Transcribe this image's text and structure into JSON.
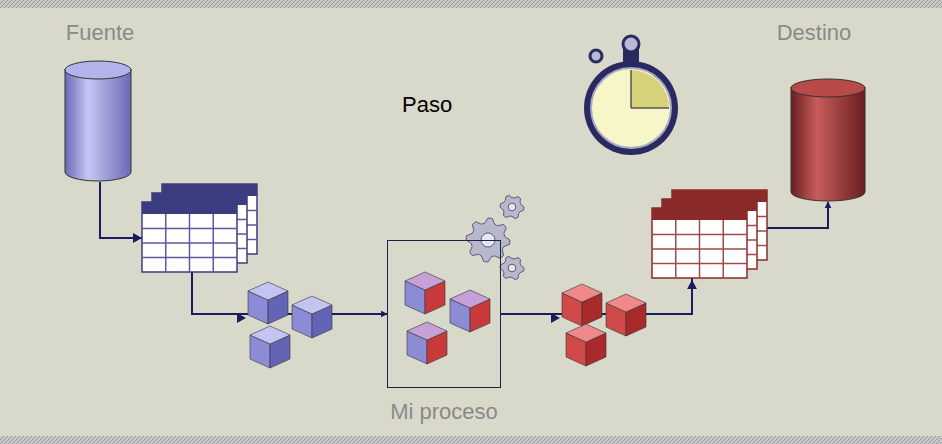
{
  "diagram": {
    "nodes": [
      {
        "text": [
          "Fuente"
        ]
      },
      {
        "text": [
          "Mi proceso"
        ]
      },
      {
        "text": [
          "Destino"
        ]
      }
    ],
    "edges": [
      {
        "from": 0,
        "to": 1,
        "arrow": "to"
      },
      {
        "from": 1,
        "to": 2,
        "arrow": "to"
      }
    ],
    "labels": [
      "Paso"
    ]
  }
}
